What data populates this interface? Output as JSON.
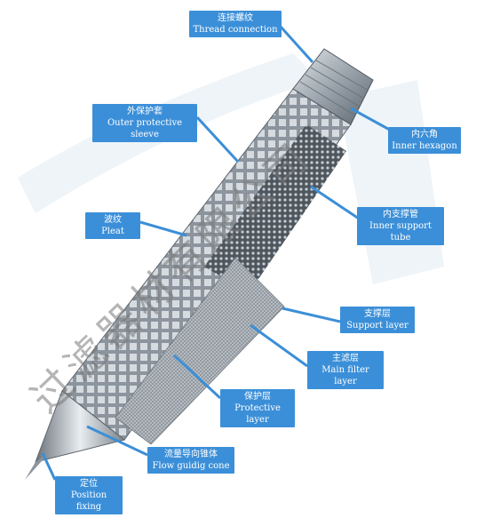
{
  "labels": {
    "thread": {
      "zh": "连接螺纹",
      "en": "Thread connection"
    },
    "sleeve": {
      "zh": "外保护套",
      "en": "Outer protective sleeve"
    },
    "hexagon": {
      "zh": "内六角",
      "en": "Inner hexagon"
    },
    "support_tube": {
      "zh": "内支撑管",
      "en": "Inner support tube"
    },
    "pleat": {
      "zh": "波纹",
      "en": "Pleat"
    },
    "support_layer": {
      "zh": "支撑层",
      "en": "Support layer"
    },
    "main_filter": {
      "zh": "主滤层",
      "en": "Main filter layer"
    },
    "protective_layer": {
      "zh": "保护层",
      "en": "Protective layer"
    },
    "flow_cone": {
      "zh": "流量导向锥体",
      "en": "Flow guidig cone"
    },
    "position": {
      "zh": "定位",
      "en": "Position fixing"
    }
  },
  "watermark": "过滤器材有限公司",
  "colors": {
    "label_bg": "#3b8fd8",
    "arrow": "#3b8fd8",
    "steel": "#9aa3ab"
  }
}
